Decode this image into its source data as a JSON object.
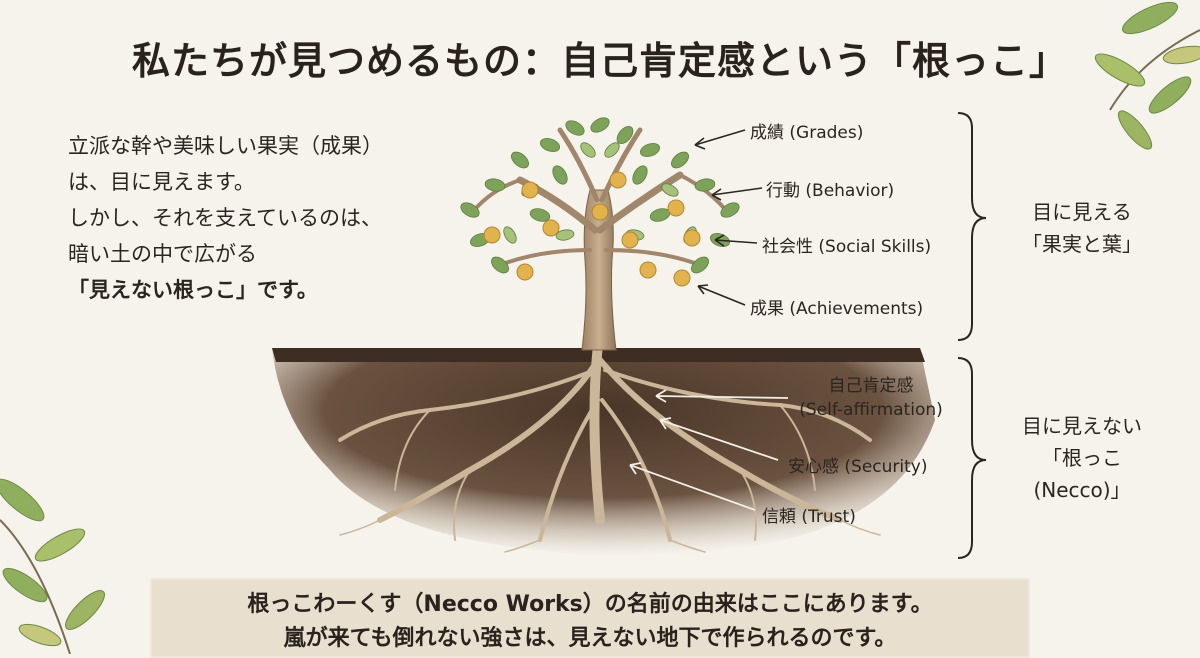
{
  "title": "私たちが見つめるもの：自己肯定感という「根っこ」",
  "intro": {
    "line1": "立派な幹や美味しい果実（成果）",
    "line2": "は、目に見えます。",
    "line3": "しかし、それを支えているのは、",
    "line4": "暗い土の中で広がる",
    "line5": "「見えない根っこ」です。"
  },
  "visible_labels": {
    "grades": "成績 (Grades)",
    "behavior": "行動 (Behavior)",
    "social": "社会性 (Social Skills)",
    "achievements": "成果 (Achievements)"
  },
  "visible_group": {
    "line1": "目に見える",
    "line2": "「果実と葉」"
  },
  "root_labels": {
    "self_affirmation_ja": "自己肯定感",
    "self_affirmation_en": "(Self-affirmation)",
    "security": "安心感 (Security)",
    "trust": "信頼 (Trust)"
  },
  "invisible_group": {
    "line1": "目に見えない",
    "line2": "「根っこ",
    "line3": "(Necco)」"
  },
  "banner": {
    "line1": "根っこわーくす（Necco Works）の名前の由来はここにあります。",
    "line2": "嵐が来ても倒れない強さは、見えない地下で作られるのです。"
  },
  "colors": {
    "background": "#f6f3ec",
    "soil": "#5a4434",
    "trunk": "#b79a7a",
    "leaf": "#7da35a",
    "fruit": "#e2b24c",
    "banner": "#e8dfcf"
  }
}
